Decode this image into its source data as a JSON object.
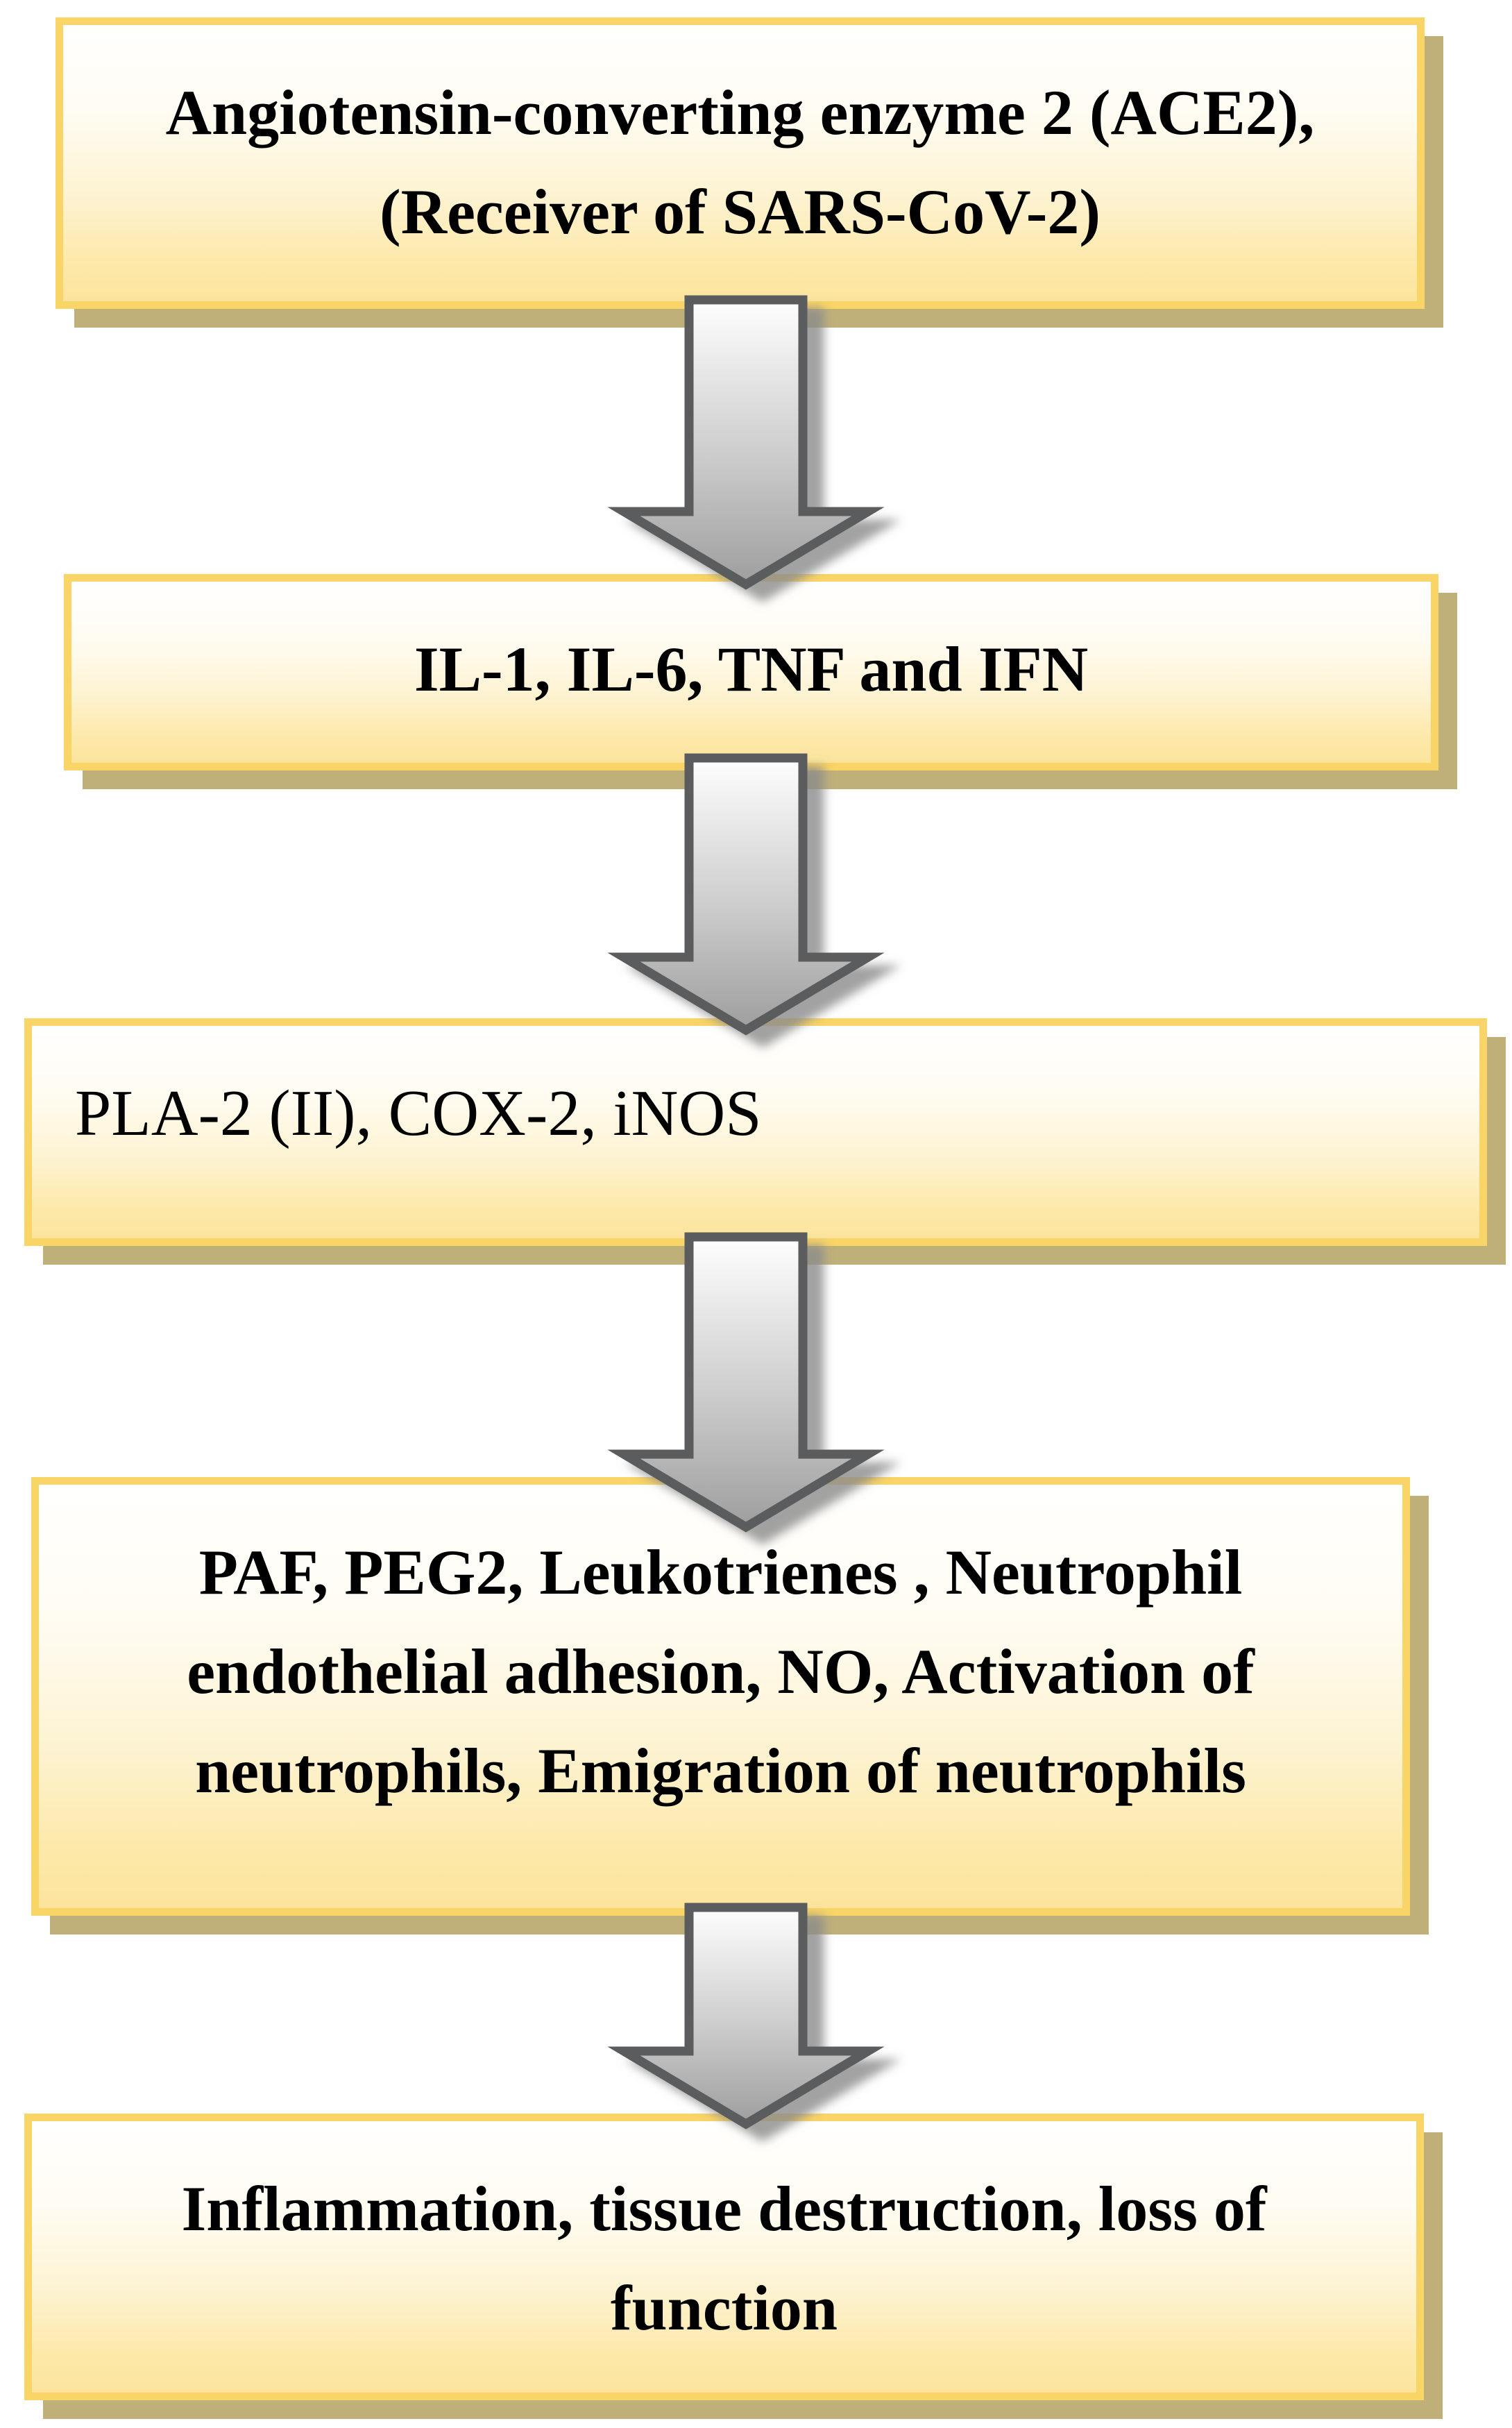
{
  "flowchart": {
    "boxes": [
      {
        "name": "box-ace2",
        "lines": [
          "Angiotensin-converting enzyme 2 (ACE2),",
          "(Receiver of SARS-CoV-2)"
        ]
      },
      {
        "name": "box-cytokines",
        "lines": [
          "IL-1, IL-6, TNF and IFN"
        ]
      },
      {
        "name": "box-enzymes",
        "lines": [
          "PLA-2 (II), COX-2, iNOS"
        ]
      },
      {
        "name": "box-mediators",
        "lines": [
          "PAF, PEG2, Leukotrienes , Neutrophil",
          "endothelial adhesion, NO, Activation of",
          "neutrophils, Emigration of neutrophils"
        ]
      },
      {
        "name": "box-outcome",
        "lines": [
          "Inflammation, tissue destruction, loss of",
          "function"
        ]
      }
    ],
    "arrows": [
      {
        "name": "arrow-1",
        "direction": "down",
        "from": "box-ace2",
        "to": "box-cytokines"
      },
      {
        "name": "arrow-2",
        "direction": "down",
        "from": "box-cytokines",
        "to": "box-enzymes"
      },
      {
        "name": "arrow-3",
        "direction": "down",
        "from": "box-enzymes",
        "to": "box-mediators"
      },
      {
        "name": "arrow-4",
        "direction": "down",
        "from": "box-mediators",
        "to": "box-outcome"
      }
    ]
  },
  "colors": {
    "background": "#FFFFFF",
    "box_border": "#F9D466",
    "box_fill_top": "#FFFFFD",
    "box_fill_bottom": "#FCE49C",
    "box_shadow": "#BFB07A",
    "arrow_outline": "#5A5B5D",
    "arrow_fill_top": "#FEFEFE",
    "arrow_fill_bottom": "#9E9E9E",
    "text": "#000000"
  }
}
